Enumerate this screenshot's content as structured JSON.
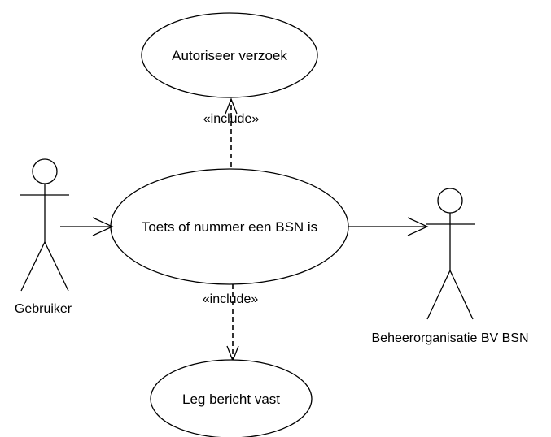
{
  "diagram": {
    "use_cases": {
      "authorize": "Autoriseer verzoek",
      "check_bsn": "Toets of nummer een BSN is",
      "log_message": "Leg bericht vast"
    },
    "actors": {
      "user": "Gebruiker",
      "organisation": "Beheerorganisatie BV BSN"
    },
    "relations": {
      "include_top": "«include»",
      "include_bottom": "«include»"
    }
  }
}
